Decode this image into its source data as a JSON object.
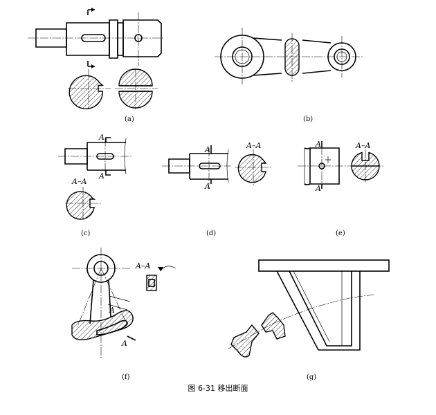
{
  "figure": {
    "caption": "图 6-31  移出断面",
    "labels": {
      "a": "(a)",
      "b": "(b)",
      "c": "(c)",
      "d": "(d)",
      "e": "(e)",
      "f": "(f)",
      "g": "(g)"
    },
    "section_marks": {
      "aa": "A–A",
      "a": "A"
    }
  }
}
